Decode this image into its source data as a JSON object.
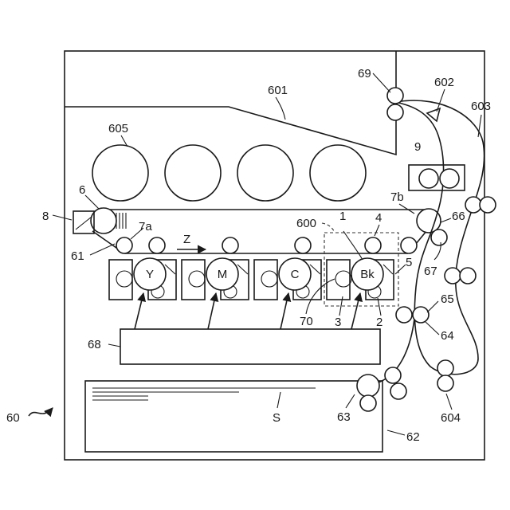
{
  "diagram": {
    "ref_labels": {
      "device": "60",
      "housing_top_panel": "601",
      "sensor": "602",
      "duplex_path": "603",
      "bottles": "605",
      "roller_69": "69",
      "roller_9": "9",
      "roller_6": "6",
      "roller_8": "8",
      "roller_7a": "7a",
      "roller_7b": "7b",
      "roller_61": "61",
      "unit_600": "600",
      "ref_1": "1",
      "ref_4": "4",
      "ref_5": "5",
      "ref_66": "66",
      "ref_67": "67",
      "ref_65": "65",
      "ref_64": "64",
      "ref_70": "70",
      "ref_3": "3",
      "ref_2": "2",
      "exposure_68": "68",
      "ref_63": "63",
      "tray_62": "62",
      "roller_604": "604",
      "sheet_s": "S",
      "direction_z": "Z"
    },
    "stations": {
      "yellow": "Y",
      "magenta": "M",
      "cyan": "C",
      "black": "Bk"
    }
  }
}
